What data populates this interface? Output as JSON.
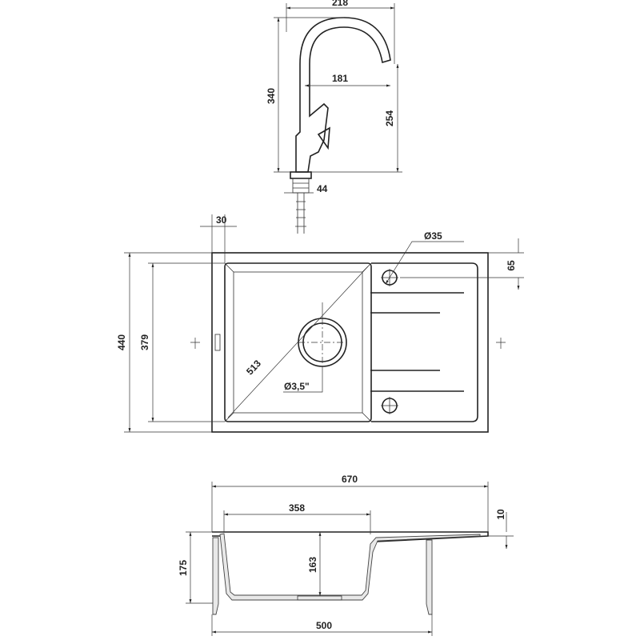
{
  "faucet": {
    "width": "218",
    "height": "340",
    "reach": "181",
    "spout_height": "254",
    "hole": "44"
  },
  "plan": {
    "top_offset": "30",
    "tap_hole": "Ø35",
    "tap_hole_offset": "65",
    "depth": "440",
    "bowl_depth": "379",
    "diagonal": "513",
    "drain": "Ø3,5\""
  },
  "section": {
    "total_width": "670",
    "bowl_width": "358",
    "rim": "10",
    "height": "175",
    "bowl_height": "163",
    "cabinet": "500"
  },
  "colors": {
    "line": "#222222",
    "background": "#ffffff"
  }
}
